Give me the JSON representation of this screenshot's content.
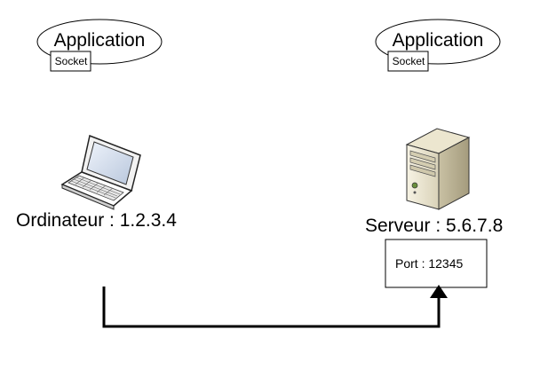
{
  "client": {
    "application_label": "Application",
    "socket_label": "Socket",
    "host_label": "Ordinateur : 1.2.3.4",
    "icon": "laptop-icon"
  },
  "server": {
    "application_label": "Application",
    "socket_label": "Socket",
    "host_label": "Serveur : 5.6.7.8",
    "port_label": "Port : 12345",
    "icon": "server-tower-icon"
  },
  "connection": {
    "from": "client",
    "to": "server-port",
    "arrow_color": "#000000"
  }
}
